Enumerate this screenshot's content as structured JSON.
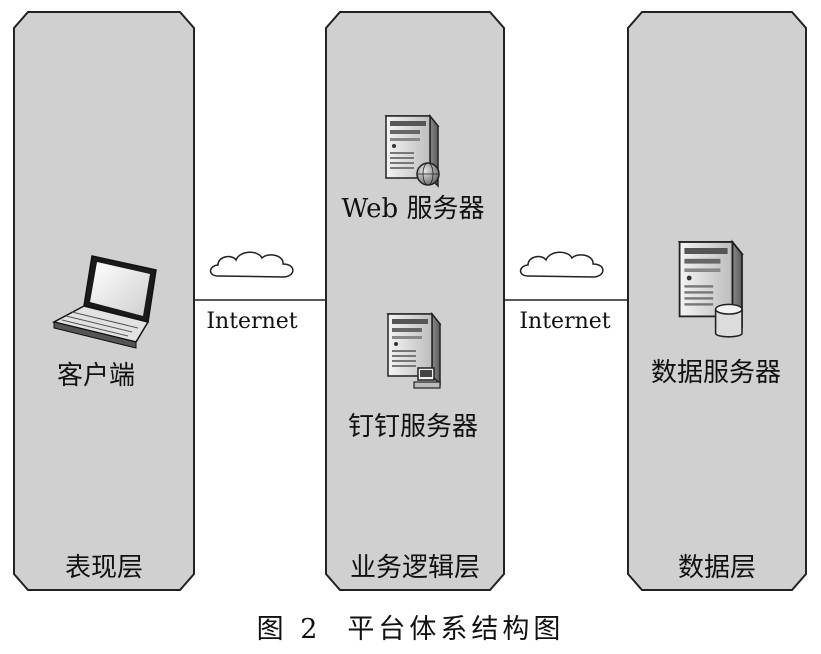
{
  "layers": {
    "presentation": {
      "label": "表现层"
    },
    "logic": {
      "label": "业务逻辑层"
    },
    "data": {
      "label": "数据层"
    }
  },
  "nodes": {
    "client": {
      "label": "客户端",
      "icon": "laptop-icon"
    },
    "web_server": {
      "label": "Web 服务器",
      "icon": "web-server-icon"
    },
    "dingtalk_server": {
      "label": "钉钉服务器",
      "icon": "dingtalk-server-icon"
    },
    "data_server": {
      "label": "数据服务器",
      "icon": "database-server-icon"
    }
  },
  "connections": {
    "left": {
      "label": "Internet",
      "icon": "cloud-icon"
    },
    "right": {
      "label": "Internet",
      "icon": "cloud-icon"
    }
  },
  "caption": {
    "number": "图 2",
    "title": "平台体系结构图"
  },
  "colors": {
    "panel_fill": "#d0d0d0",
    "panel_stroke": "#222222",
    "background": "#ffffff",
    "text": "#111111"
  }
}
